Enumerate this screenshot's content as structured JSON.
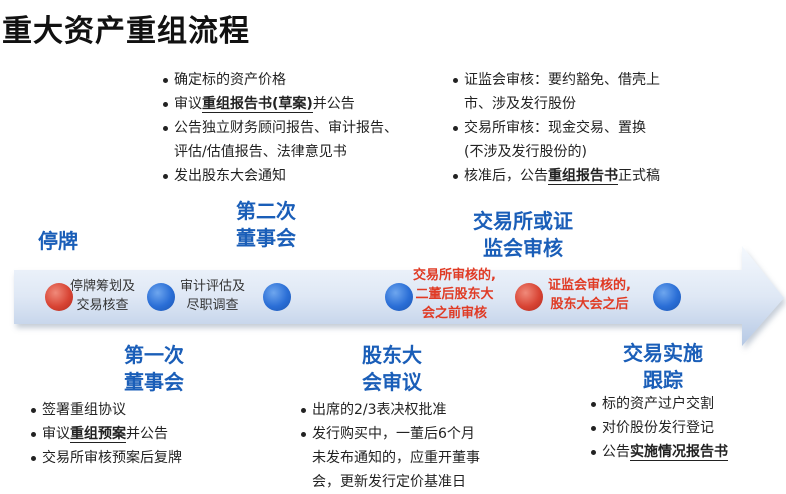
{
  "title": "重大资产重组流程",
  "stages": {
    "stop": "停牌",
    "board2": [
      "第二次",
      "董事会"
    ],
    "exchange": [
      "交易所或证",
      "监会审核"
    ],
    "board1": [
      "第一次",
      "董事会"
    ],
    "meeting": [
      "股东大",
      "会审议"
    ],
    "implement": [
      "交易实施",
      "跟踪"
    ]
  },
  "arrow_labels": {
    "plan": [
      "停牌筹划及",
      "交易核查"
    ],
    "audit": [
      "审计评估及",
      "尽职调查"
    ],
    "exchange_note": [
      "交易所审核的,",
      "二董后股东大",
      "会之前审核"
    ],
    "csrc_note": [
      "证监会审核的,",
      "股东大会之后"
    ]
  },
  "board2_items": {
    "i1": "确定标的资产价格",
    "i2_a": "审议",
    "i2_b": "重组报告书(草案)",
    "i2_c": "并公告",
    "i3": "公告独立财务顾问报告、审计报告、",
    "i3b": "评估/估值报告、法律意见书",
    "i4": "发出股东大会通知"
  },
  "exchange_items": {
    "i1": "证监会审核：要约豁免、借壳上",
    "i1b": "市、涉及发行股份",
    "i2": "交易所审核：现金交易、置换",
    "i2b": "(不涉及发行股份的)",
    "i3_a": "核准后，公告",
    "i3_b": "重组报告书",
    "i3_c": "正式稿"
  },
  "board1_items": {
    "i1": "签署重组协议",
    "i2_a": "审议",
    "i2_b": "重组预案",
    "i2_c": "并公告",
    "i3": "交易所审核预案后复牌"
  },
  "meeting_items": {
    "i1": "出席的2/3表决权批准",
    "i2": "发行购买中，一董后6个月",
    "i2b": "未发布通知的，应重开董事",
    "i2c": "会，更新发行定价基准日"
  },
  "implement_items": {
    "i1": "标的资产过户交割",
    "i2": "对价股份发行登记",
    "i3_a": "公告",
    "i3_b": "实施情况报告书"
  },
  "colors": {
    "stage_blue": "#1a5eb8",
    "arrow_light": "#e6eef8",
    "arrow_mid": "#b9cbe6",
    "dot_blue": "#2a6ed6",
    "dot_red": "#d84434",
    "note_red": "#e03a24"
  }
}
